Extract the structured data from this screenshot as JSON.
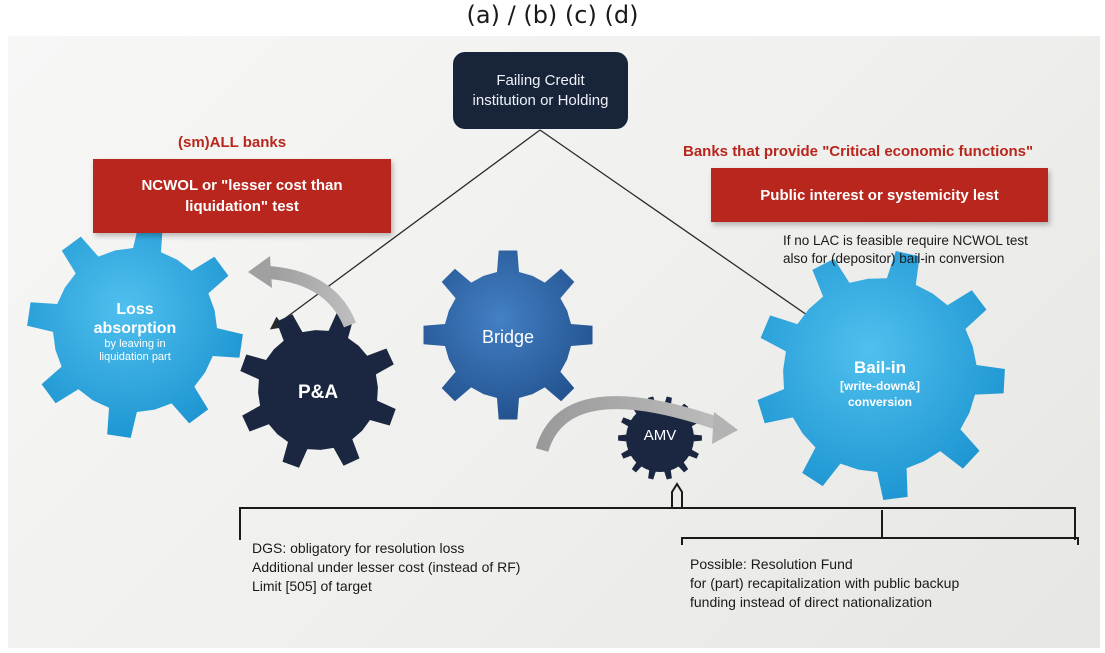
{
  "heading": "(a) / (b) (c) (d)",
  "top_node": {
    "line1": "Failing Credit",
    "line2": "institution or Holding"
  },
  "left_branch": {
    "heading": "(sm)ALL banks",
    "test_line1": "NCWOL or \"lesser cost than",
    "test_line2": "liquidation\" test"
  },
  "right_branch": {
    "heading": "Banks that provide \"Critical economic functions\"",
    "test": "Public interest or systemicity lest",
    "note_line1": "If no LAC is feasible require NCWOL test",
    "note_line2": "also for (depositor) bail-in conversion"
  },
  "gears": {
    "loss": {
      "line1": "Loss",
      "line2": "absorption",
      "line3": "by leaving in",
      "line4": "liquidation part"
    },
    "pa": "P&A",
    "bridge": "Bridge",
    "amv": "AMV",
    "bailin": {
      "line1": "Bail-in",
      "line2": "[write-down&]",
      "line3": "conversion"
    }
  },
  "dgs_note": {
    "line1": "DGS: obligatory for resolution loss",
    "line2": "Additional under lesser cost (instead of RF)",
    "line3": "Limit [505] of target"
  },
  "rf_note": {
    "line1": "Possible: Resolution Fund",
    "line2": "for (part) recapitalization with public backup",
    "line3": "funding instead of direct nationalization"
  },
  "colors": {
    "navy": "#17243a",
    "red": "#b8261d",
    "light_blue": "#29a3dc",
    "dark_gear": "#1b2740",
    "mid_blue": "#2f63a8"
  }
}
